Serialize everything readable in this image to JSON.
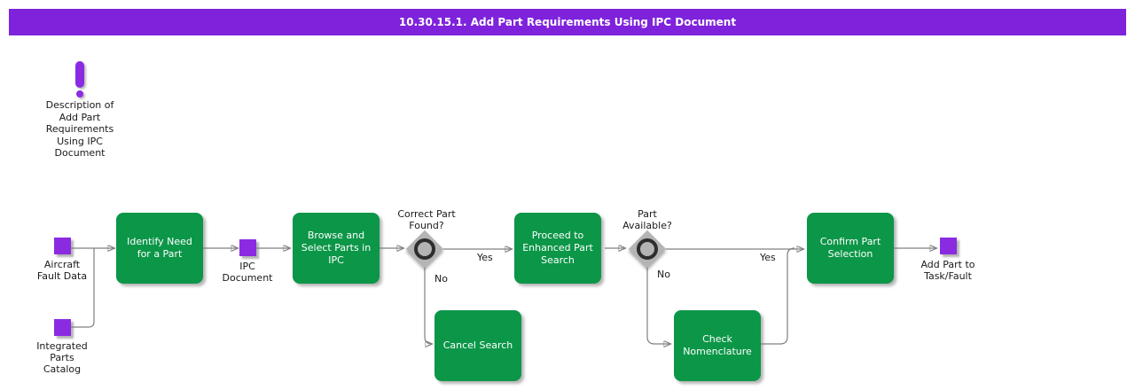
{
  "banner": {
    "title": "10.30.15.1. Add Part Requirements Using IPC Document"
  },
  "colors": {
    "banner_purple": "#7E22DC",
    "node_green": "#0C9648",
    "data_purple": "#8A2BE2",
    "line_gray": "#808080"
  },
  "annotation": {
    "label": "Description of\nAdd Part\nRequirements\nUsing IPC\nDocument"
  },
  "data_objects": {
    "aircraft_fault_data": "Aircraft\nFault Data",
    "integrated_parts_catalog": "Integrated\nParts\nCatalog",
    "ipc_document": "IPC\nDocument",
    "add_part_to_task_fault": "Add Part to\nTask/Fault"
  },
  "activities": {
    "identify_need": "Identify Need\nfor a Part",
    "browse_select": "Browse and\nSelect Parts in\nIPC",
    "proceed_search": "Proceed to\nEnhanced Part\nSearch",
    "cancel_search": "Cancel Search",
    "check_nomenclature": "Check\nNomenclature",
    "confirm_selection": "Confirm Part\nSelection"
  },
  "decisions": {
    "correct_part_found": "Correct Part\nFound?",
    "part_available": "Part\nAvailable?"
  },
  "edge_labels": {
    "yes1": "Yes",
    "no1": "No",
    "yes2": "Yes",
    "no2": "No"
  }
}
